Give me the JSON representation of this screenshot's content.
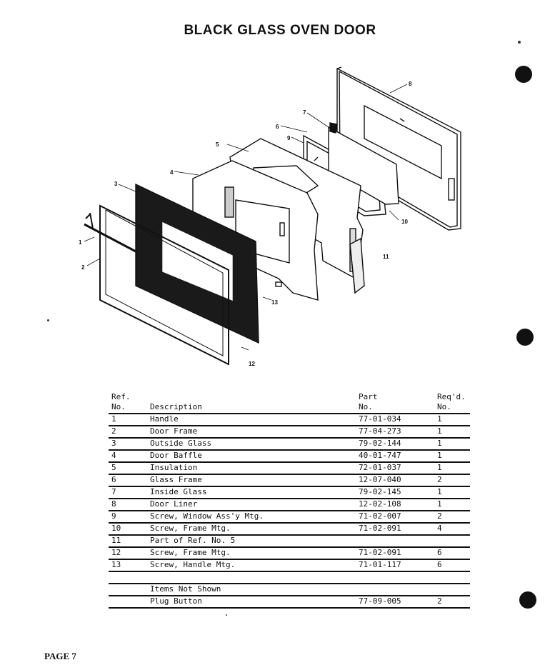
{
  "title": "BLACK GLASS OVEN DOOR",
  "diagram": {
    "callouts": [
      "1",
      "2",
      "3",
      "4",
      "5",
      "6",
      "7",
      "8",
      "9",
      "10",
      "11",
      "12",
      "13"
    ]
  },
  "table": {
    "headers": {
      "ref_line1": "Ref.",
      "ref_line2": "No.",
      "description": "Description",
      "part_line1": "Part",
      "part_line2": "No.",
      "req_line1": "Req'd.",
      "req_line2": "No."
    },
    "rows": [
      {
        "ref": "1",
        "desc": "Handle",
        "part": "77-01-034",
        "req": "1"
      },
      {
        "ref": "2",
        "desc": "Door Frame",
        "part": "77-04-273",
        "req": "1"
      },
      {
        "ref": "3",
        "desc": "Outside Glass",
        "part": "79-02-144",
        "req": "1"
      },
      {
        "ref": "4",
        "desc": "Door Baffle",
        "part": "40-01-747",
        "req": "1"
      },
      {
        "ref": "5",
        "desc": "Insulation",
        "part": "72-01-037",
        "req": "1"
      },
      {
        "ref": "6",
        "desc": "Glass Frame",
        "part": "12-07-040",
        "req": "2"
      },
      {
        "ref": "7",
        "desc": "Inside Glass",
        "part": "79-02-145",
        "req": "1"
      },
      {
        "ref": "8",
        "desc": "Door Liner",
        "part": "12-02-108",
        "req": "1"
      },
      {
        "ref": "9",
        "desc": "Screw, Window Ass'y Mtg.",
        "part": "71-02-007",
        "req": "2"
      },
      {
        "ref": "10",
        "desc": "Screw, Frame Mtg.",
        "part": "71-02-091",
        "req": "4"
      },
      {
        "ref": "11",
        "desc": "Part of Ref. No. 5",
        "part": "",
        "req": ""
      },
      {
        "ref": "12",
        "desc": "Screw, Frame Mtg.",
        "part": "71-02-091",
        "req": "6"
      },
      {
        "ref": "13",
        "desc": "Screw, Handle Mtg.",
        "part": "71-01-117",
        "req": "6"
      },
      {
        "ref": "",
        "desc": "",
        "part": "",
        "req": ""
      },
      {
        "ref": "",
        "desc": "Items Not Shown",
        "part": "",
        "req": ""
      },
      {
        "ref": "",
        "desc": "Plug Button",
        "part": "77-09-005",
        "req": "2"
      }
    ]
  },
  "footer": "PAGE 7"
}
